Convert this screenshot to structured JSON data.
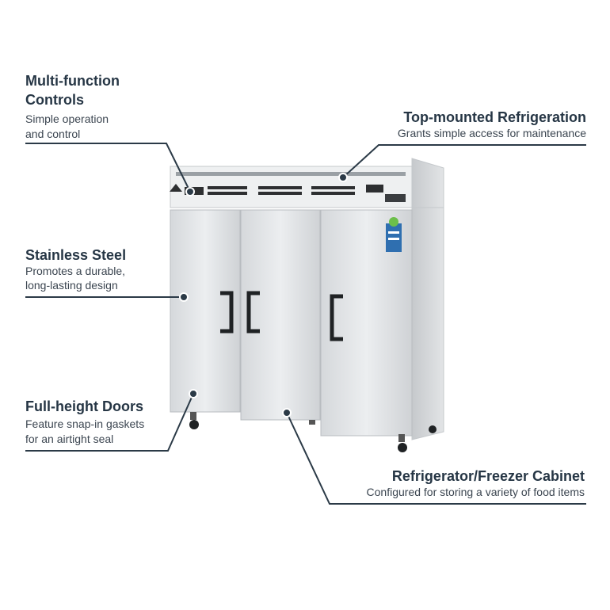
{
  "features": {
    "controls": {
      "title_line1": "Multi-function",
      "title_line2": "Controls",
      "desc_line1": "Simple operation",
      "desc_line2": "and control"
    },
    "refrigeration": {
      "title": "Top-mounted Refrigeration",
      "desc": "Grants simple access for maintenance"
    },
    "steel": {
      "title": "Stainless Steel",
      "desc_line1": "Promotes a durable,",
      "desc_line2": "long-lasting design"
    },
    "doors": {
      "title": "Full-height Doors",
      "desc_line1": "Feature snap-in gaskets",
      "desc_line2": "for an airtight seal"
    },
    "cabinet": {
      "title": "Refrigerator/Freezer Cabinet",
      "desc": "Configured for storing a variety of food items"
    }
  },
  "colors": {
    "heading": "#263645",
    "callout_line": "#2b3a47",
    "steel_light": "#e4e6e8",
    "steel_dark": "#b9bdc1"
  }
}
